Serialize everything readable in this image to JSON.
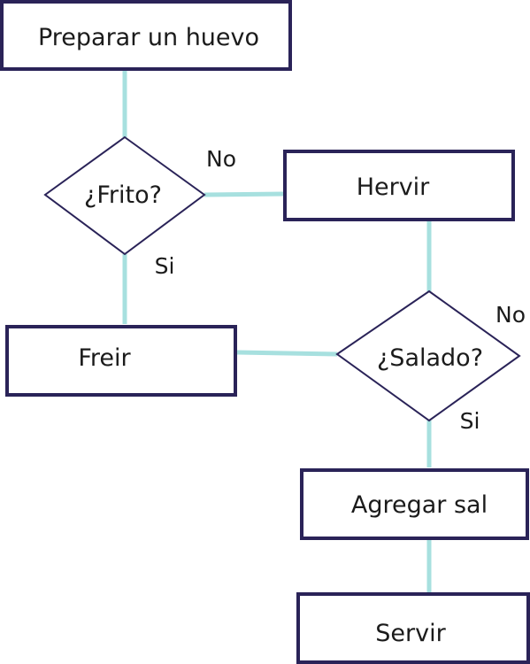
{
  "diagram": {
    "nodes": {
      "start": {
        "label": "Preparar un huevo"
      },
      "frito": {
        "label": "¿Frito?"
      },
      "hervir": {
        "label": "Hervir"
      },
      "salado": {
        "label": "¿Salado?"
      },
      "freir": {
        "label": "Freir"
      },
      "agregar": {
        "label": "Agregar sal"
      },
      "servir": {
        "label": "Servir"
      }
    },
    "edges": {
      "frito_no": "No",
      "frito_si": "Si",
      "salado_no": "No",
      "salado_si": "Si"
    },
    "colors": {
      "node_stroke": "#2a2358",
      "connector": "#a7e0df",
      "text": "#1b1b1b"
    }
  }
}
